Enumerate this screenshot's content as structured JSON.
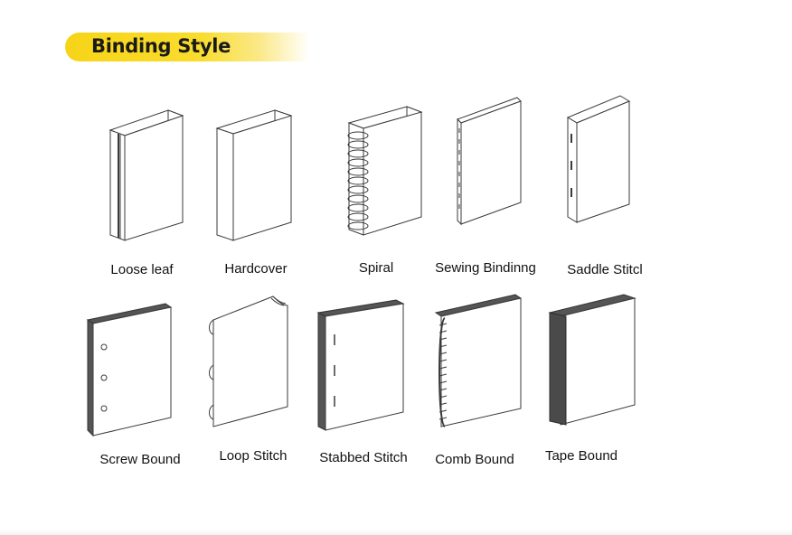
{
  "header": {
    "title": "Binding Style"
  },
  "colors": {
    "banner_accent": "#f7d418"
  },
  "styles": [
    {
      "label": "Loose leaf"
    },
    {
      "label": "Hardcover"
    },
    {
      "label": "Spiral"
    },
    {
      "label": "Sewing Bindinng"
    },
    {
      "label": "Saddle Stitcl"
    },
    {
      "label": "Screw Bound"
    },
    {
      "label": "Loop Stitch"
    },
    {
      "label": "Stabbed Stitch"
    },
    {
      "label": "Comb Bound"
    },
    {
      "label": "Tape Bound"
    }
  ]
}
